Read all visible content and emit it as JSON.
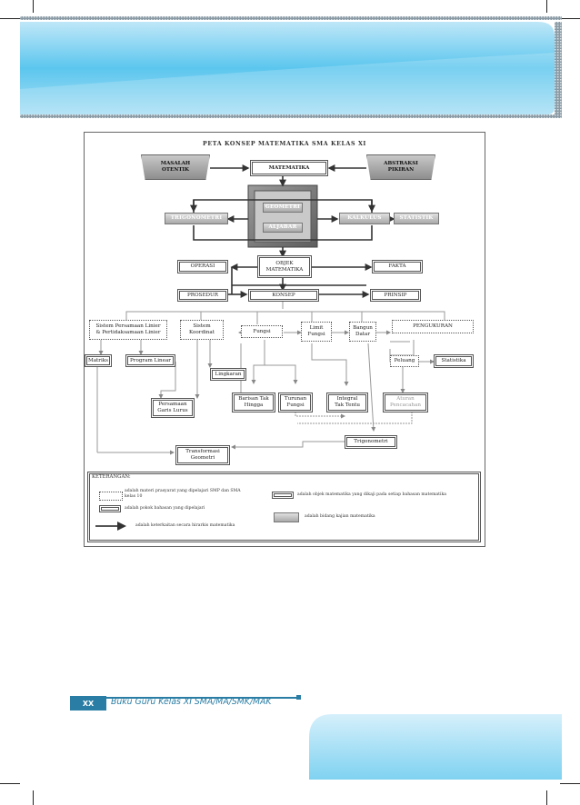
{
  "diagram": {
    "title": "PETA KONSEP MATEMATIKA SMA KELAS XI",
    "nodes": {
      "masalah_otentik": "MASALAH\nOTENTIK",
      "matematika": "MATEMATIKA",
      "abstraksi_pikiran": "ABSTRAKSI\nPIKIRAN",
      "geometri": "GEOMETRI",
      "aljabar": "ALJABAR",
      "trigonometri_field": "TRIGONOMETRI",
      "kalkulus": "KALKULUS",
      "statistik_field": "STATISTIK",
      "operasi": "OPERASI",
      "objek_matematika": "OBJEK\nMATEMATIKA",
      "fakta": "FAKTA",
      "prosedur": "PROSEDUR",
      "konsep": "KONSEP",
      "prinsip": "PRINSIP",
      "spl": "Sistem Persamaan Linier\n& Pertidaksamaan Linier",
      "sistem_koordinat": "Sistem\nKoordinat",
      "fungsi": "Fungsi",
      "limit_fungsi": "Limit\nFungsi",
      "bangun_datar": "Bangun\nDatar",
      "pengukuran": "PENGUKURAN",
      "matriks": "Matriks",
      "program_linear": "Program Linear",
      "lingkaran": "Lingkaran",
      "peluang": "Peluang",
      "statistika": "Statistika",
      "persamaan_garis_lurus": "Persamaan\nGaris Lurus",
      "barisan_tak_hingga": "Barisan Tak\nHingga",
      "turunan_fungsi": "Turunan\nFungsi",
      "integral_tak_tentu": "Integral\nTak Tentu",
      "aturan_pencacahan": "Aturan\nPencacahan",
      "trigonometri": "Trigonometri",
      "transformasi_geometri": "Transformasi\nGeometri"
    },
    "legend": {
      "heading": "KETERANGAN:",
      "dotted": "adalah materi prasyarat yang dipelajari SMP dan SMA\nkelas 10",
      "double": "adalah pokok bahasan yang dipelajari",
      "arrow": "adalah keterkaitan secara hirarkis matematika",
      "solid": "adalah objek matematika yang dikaji pada setiap bahasan matematika",
      "field": "adalah bidang kajian matematika"
    }
  },
  "footer": {
    "page_badge": "XX",
    "book_title": "Buku Guru Kelas XI SMA/MA/SMK/MAK"
  },
  "colors": {
    "accent_blue": "#2a7da4",
    "band_light": "#b9e4f7",
    "band_mid": "#4fc1eb"
  }
}
